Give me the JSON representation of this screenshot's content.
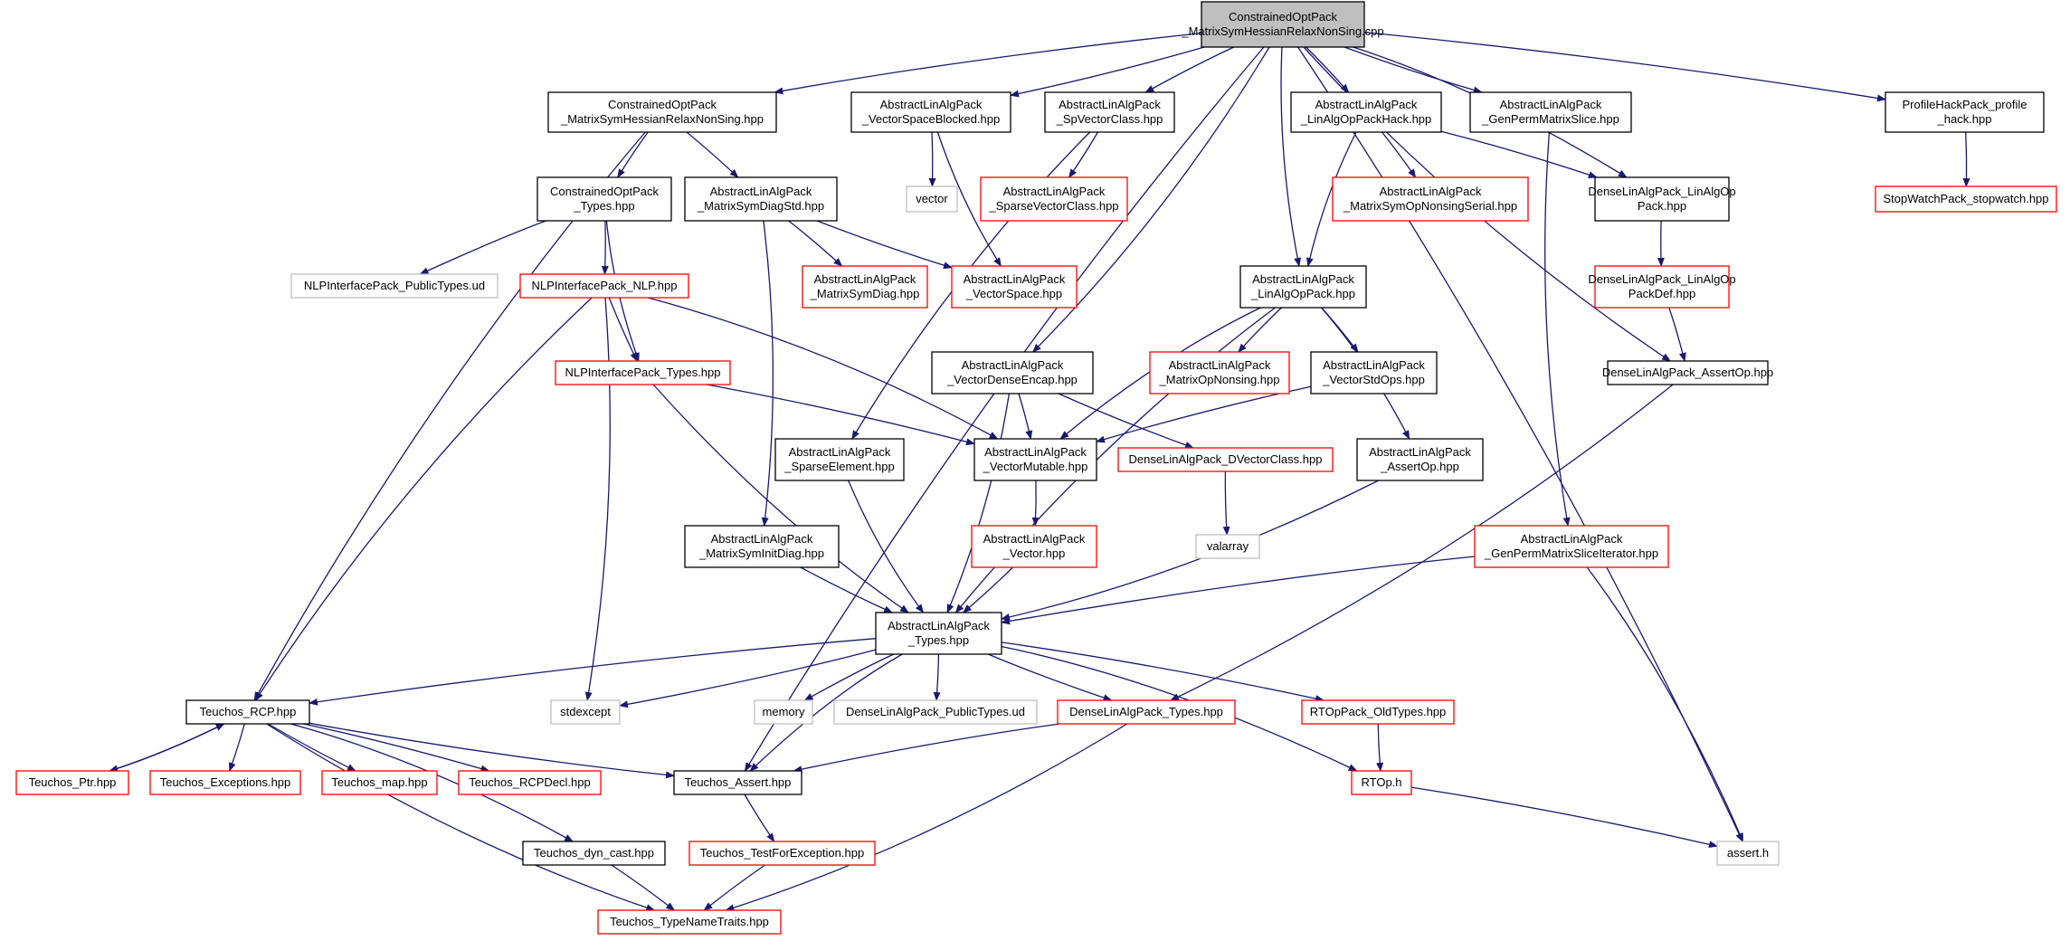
{
  "colors": {
    "edge": "#191970",
    "documented_border": "#000000",
    "truncated_border": "#ff0000",
    "external_border": "#bfbfbf",
    "root_fill": "#bfbfbf"
  },
  "legend_of_styles": [
    "root",
    "documented",
    "truncated",
    "external"
  ],
  "nodes": [
    {
      "id": "root",
      "style": "root",
      "lines": [
        "ConstrainedOptPack",
        "_MatrixSymHessianRelaxNonSing.cpp"
      ]
    },
    {
      "id": "cop_mshrns",
      "style": "documented",
      "lines": [
        "ConstrainedOptPack",
        "_MatrixSymHessianRelaxNonSing.hpp"
      ]
    },
    {
      "id": "ala_vsb",
      "style": "documented",
      "lines": [
        "AbstractLinAlgPack",
        "_VectorSpaceBlocked.hpp"
      ]
    },
    {
      "id": "ala_svc",
      "style": "documented",
      "lines": [
        "AbstractLinAlgPack",
        "_SpVectorClass.hpp"
      ]
    },
    {
      "id": "ala_laoph",
      "style": "documented",
      "lines": [
        "AbstractLinAlgPack",
        "_LinAlgOpPackHack.hpp"
      ]
    },
    {
      "id": "ala_gpms",
      "style": "documented",
      "lines": [
        "AbstractLinAlgPack",
        "_GenPermMatrixSlice.hpp"
      ]
    },
    {
      "id": "php",
      "style": "documented",
      "lines": [
        "ProfileHackPack_profile",
        "_hack.hpp"
      ]
    },
    {
      "id": "vector",
      "style": "external",
      "lines": [
        "vector"
      ]
    },
    {
      "id": "ala_sparsevc",
      "style": "truncated",
      "lines": [
        "AbstractLinAlgPack",
        "_SparseVectorClass.hpp"
      ]
    },
    {
      "id": "ala_msopns",
      "style": "truncated",
      "lines": [
        "AbstractLinAlgPack",
        "_MatrixSymOpNonsingSerial.hpp"
      ]
    },
    {
      "id": "dla_laop",
      "style": "documented",
      "lines": [
        "DenseLinAlgPack_LinAlgOp",
        "Pack.hpp"
      ]
    },
    {
      "id": "swp",
      "style": "truncated",
      "lines": [
        "StopWatchPack_stopwatch.hpp"
      ]
    },
    {
      "id": "cop_types",
      "style": "documented",
      "lines": [
        "ConstrainedOptPack",
        "_Types.hpp"
      ]
    },
    {
      "id": "ala_msds",
      "style": "documented",
      "lines": [
        "AbstractLinAlgPack",
        "_MatrixSymDiagStd.hpp"
      ]
    },
    {
      "id": "nlp_pt",
      "style": "external",
      "lines": [
        "NLPInterfacePack_PublicTypes.ud"
      ]
    },
    {
      "id": "nlp_nlp",
      "style": "truncated",
      "lines": [
        "NLPInterfacePack_NLP.hpp"
      ]
    },
    {
      "id": "ala_msd",
      "style": "truncated",
      "lines": [
        "AbstractLinAlgPack",
        "_MatrixSymDiag.hpp"
      ]
    },
    {
      "id": "ala_vs",
      "style": "truncated",
      "lines": [
        "AbstractLinAlgPack",
        "_VectorSpace.hpp"
      ]
    },
    {
      "id": "ala_laop",
      "style": "documented",
      "lines": [
        "AbstractLinAlgPack",
        "_LinAlgOpPack.hpp"
      ]
    },
    {
      "id": "dla_laopd",
      "style": "truncated",
      "lines": [
        "DenseLinAlgPack_LinAlgOp",
        "PackDef.hpp"
      ]
    },
    {
      "id": "nlp_types",
      "style": "truncated",
      "lines": [
        "NLPInterfacePack_Types.hpp"
      ]
    },
    {
      "id": "ala_vde",
      "style": "documented",
      "lines": [
        "AbstractLinAlgPack",
        "_VectorDenseEncap.hpp"
      ]
    },
    {
      "id": "ala_mon",
      "style": "truncated",
      "lines": [
        "AbstractLinAlgPack",
        "_MatrixOpNonsing.hpp"
      ]
    },
    {
      "id": "ala_vso",
      "style": "documented",
      "lines": [
        "AbstractLinAlgPack",
        "_VectorStdOps.hpp"
      ]
    },
    {
      "id": "dla_ao",
      "style": "documented",
      "lines": [
        "DenseLinAlgPack_AssertOp.hpp"
      ]
    },
    {
      "id": "ala_se",
      "style": "documented",
      "lines": [
        "AbstractLinAlgPack",
        "_SparseElement.hpp"
      ]
    },
    {
      "id": "ala_vm",
      "style": "documented",
      "lines": [
        "AbstractLinAlgPack",
        "_VectorMutable.hpp"
      ]
    },
    {
      "id": "dla_dvc",
      "style": "truncated",
      "lines": [
        "DenseLinAlgPack_DVectorClass.hpp"
      ]
    },
    {
      "id": "ala_ao",
      "style": "documented",
      "lines": [
        "AbstractLinAlgPack",
        "_AssertOp.hpp"
      ]
    },
    {
      "id": "valarray",
      "style": "external",
      "lines": [
        "valarray"
      ]
    },
    {
      "id": "ala_msid",
      "style": "documented",
      "lines": [
        "AbstractLinAlgPack",
        "_MatrixSymInitDiag.hpp"
      ]
    },
    {
      "id": "ala_vec",
      "style": "truncated",
      "lines": [
        "AbstractLinAlgPack",
        "_Vector.hpp"
      ]
    },
    {
      "id": "ala_gpmsi",
      "style": "truncated",
      "lines": [
        "AbstractLinAlgPack",
        "_GenPermMatrixSliceIterator.hpp"
      ]
    },
    {
      "id": "ala_types",
      "style": "documented",
      "lines": [
        "AbstractLinAlgPack",
        "_Types.hpp"
      ]
    },
    {
      "id": "t_rcp",
      "style": "documented",
      "lines": [
        "Teuchos_RCP.hpp"
      ]
    },
    {
      "id": "stdexcept",
      "style": "external",
      "lines": [
        "stdexcept"
      ]
    },
    {
      "id": "memory",
      "style": "external",
      "lines": [
        "memory"
      ]
    },
    {
      "id": "dla_pt",
      "style": "external",
      "lines": [
        "DenseLinAlgPack_PublicTypes.ud"
      ]
    },
    {
      "id": "dla_types",
      "style": "truncated",
      "lines": [
        "DenseLinAlgPack_Types.hpp"
      ]
    },
    {
      "id": "rtop_ot",
      "style": "truncated",
      "lines": [
        "RTOpPack_OldTypes.hpp"
      ]
    },
    {
      "id": "t_ptr",
      "style": "truncated",
      "lines": [
        "Teuchos_Ptr.hpp"
      ]
    },
    {
      "id": "t_exc",
      "style": "truncated",
      "lines": [
        "Teuchos_Exceptions.hpp"
      ]
    },
    {
      "id": "t_map",
      "style": "truncated",
      "lines": [
        "Teuchos_map.hpp"
      ]
    },
    {
      "id": "t_rcpd",
      "style": "truncated",
      "lines": [
        "Teuchos_RCPDecl.hpp"
      ]
    },
    {
      "id": "t_assert",
      "style": "documented",
      "lines": [
        "Teuchos_Assert.hpp"
      ]
    },
    {
      "id": "rtop_h",
      "style": "truncated",
      "lines": [
        "RTOp.h"
      ]
    },
    {
      "id": "t_dyn",
      "style": "documented",
      "lines": [
        "Teuchos_dyn_cast.hpp"
      ]
    },
    {
      "id": "t_tfe",
      "style": "truncated",
      "lines": [
        "Teuchos_TestForException.hpp"
      ]
    },
    {
      "id": "assert_h",
      "style": "external",
      "lines": [
        "assert.h"
      ]
    },
    {
      "id": "t_tnt",
      "style": "truncated",
      "lines": [
        "Teuchos_TypeNameTraits.hpp"
      ]
    }
  ],
  "edges": [
    [
      "root",
      "cop_mshrns"
    ],
    [
      "root",
      "ala_vsb"
    ],
    [
      "root",
      "ala_svc"
    ],
    [
      "root",
      "ala_laoph"
    ],
    [
      "root",
      "ala_gpms"
    ],
    [
      "root",
      "php"
    ],
    [
      "root",
      "t_assert"
    ],
    [
      "root",
      "ala_vde"
    ],
    [
      "root",
      "ala_laop"
    ],
    [
      "root",
      "dla_laop"
    ],
    [
      "root",
      "dla_ao"
    ],
    [
      "root",
      "assert_h"
    ],
    [
      "cop_mshrns",
      "cop_types"
    ],
    [
      "cop_mshrns",
      "ala_msds"
    ],
    [
      "cop_mshrns",
      "t_rcp"
    ],
    [
      "ala_vsb",
      "vector"
    ],
    [
      "ala_vsb",
      "ala_vs"
    ],
    [
      "ala_svc",
      "ala_sparsevc"
    ],
    [
      "ala_svc",
      "ala_se"
    ],
    [
      "ala_laoph",
      "ala_msopns"
    ],
    [
      "ala_laoph",
      "ala_laop"
    ],
    [
      "ala_laoph",
      "dla_laop"
    ],
    [
      "ala_gpms",
      "ala_gpmsi"
    ],
    [
      "php",
      "swp"
    ],
    [
      "cop_types",
      "nlp_pt"
    ],
    [
      "cop_types",
      "nlp_nlp"
    ],
    [
      "cop_types",
      "nlp_types"
    ],
    [
      "ala_msds",
      "ala_msd"
    ],
    [
      "ala_msds",
      "ala_vs"
    ],
    [
      "ala_msds",
      "ala_msid"
    ],
    [
      "nlp_nlp",
      "nlp_types"
    ],
    [
      "nlp_nlp",
      "ala_vm"
    ],
    [
      "nlp_nlp",
      "t_rcp"
    ],
    [
      "nlp_nlp",
      "stdexcept"
    ],
    [
      "dla_laop",
      "dla_laopd"
    ],
    [
      "dla_laopd",
      "dla_ao"
    ],
    [
      "ala_laop",
      "ala_mon"
    ],
    [
      "ala_laop",
      "ala_vso"
    ],
    [
      "ala_laop",
      "ala_vm"
    ],
    [
      "ala_laop",
      "ala_ao"
    ],
    [
      "ala_laop",
      "ala_types"
    ],
    [
      "nlp_types",
      "ala_vm"
    ],
    [
      "nlp_types",
      "ala_types"
    ],
    [
      "ala_vde",
      "ala_vm"
    ],
    [
      "ala_vde",
      "dla_dvc"
    ],
    [
      "ala_vde",
      "ala_types"
    ],
    [
      "ala_vso",
      "ala_vm"
    ],
    [
      "dla_ao",
      "dla_types"
    ],
    [
      "ala_se",
      "ala_types"
    ],
    [
      "ala_vm",
      "ala_vec"
    ],
    [
      "dla_dvc",
      "valarray"
    ],
    [
      "ala_ao",
      "ala_types"
    ],
    [
      "ala_msid",
      "ala_types"
    ],
    [
      "ala_vec",
      "ala_types"
    ],
    [
      "ala_gpmsi",
      "ala_types"
    ],
    [
      "ala_gpmsi",
      "assert_h"
    ],
    [
      "ala_types",
      "t_rcp"
    ],
    [
      "ala_types",
      "stdexcept"
    ],
    [
      "ala_types",
      "memory"
    ],
    [
      "ala_types",
      "dla_pt"
    ],
    [
      "ala_types",
      "dla_types"
    ],
    [
      "ala_types",
      "rtop_ot"
    ],
    [
      "ala_types",
      "t_assert"
    ],
    [
      "ala_types",
      "rtop_h"
    ],
    [
      "t_rcp",
      "t_ptr"
    ],
    [
      "t_rcp",
      "t_exc"
    ],
    [
      "t_rcp",
      "t_map"
    ],
    [
      "t_rcp",
      "t_rcpd"
    ],
    [
      "t_rcp",
      "t_assert"
    ],
    [
      "t_rcp",
      "t_dyn"
    ],
    [
      "t_rcp",
      "t_tnt"
    ],
    [
      "t_ptr",
      "t_rcp"
    ],
    [
      "dla_types",
      "t_assert"
    ],
    [
      "dla_types",
      "t_tnt"
    ],
    [
      "rtop_ot",
      "rtop_h"
    ],
    [
      "rtop_h",
      "assert_h"
    ],
    [
      "t_assert",
      "t_tfe"
    ],
    [
      "t_dyn",
      "t_tnt"
    ],
    [
      "t_tfe",
      "t_tnt"
    ]
  ]
}
